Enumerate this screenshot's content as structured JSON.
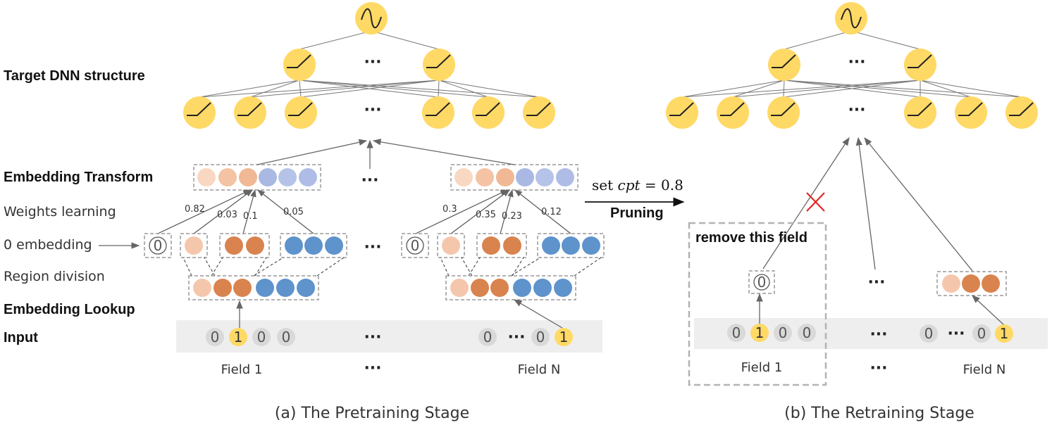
{
  "left_labels": {
    "target_dnn": "Target DNN structure",
    "embedding_transform": "Embedding Transform",
    "weights_learning": "Weights learning",
    "zero_embedding": "0 embedding",
    "region_division": "Region division",
    "embedding_lookup": "Embedding Lookup",
    "input": "Input"
  },
  "pretraining": {
    "caption": "(a) The Pretraining Stage",
    "field1_label": "Field 1",
    "fieldN_label": "Field N",
    "field1_weights": [
      "0.82",
      "0.03",
      "0.1",
      "0.05"
    ],
    "fieldN_weights": [
      "0.3",
      "0.35",
      "0.23",
      "0.12"
    ],
    "field1_input": [
      "0",
      "1",
      "0",
      "0"
    ],
    "fieldN_input": [
      "0",
      "0",
      "1"
    ],
    "zero_token": "0",
    "ellipsis": "···"
  },
  "pruning": {
    "set_prefix": "set",
    "cpt_var": "cpt",
    "cpt_value": "= 0.8",
    "label": "Pruning"
  },
  "retraining": {
    "caption": "(b) The Retraining Stage",
    "remove_label": "remove this field",
    "field1_label": "Field 1",
    "fieldN_label": "Field N",
    "field1_input": [
      "0",
      "1",
      "0",
      "0"
    ],
    "fieldN_input": [
      "0",
      "0",
      "1"
    ],
    "zero_token": "0",
    "ellipsis": "···"
  },
  "colors": {
    "neuron": "#FFD966",
    "peach": "#F4C7AC",
    "orange": "#D9834F",
    "lavender": "#A9B9E3",
    "blue": "#5E93CC",
    "input_band": "#EEEEEE",
    "zero_chip": "#D9D9D9",
    "cross": "#E02020"
  }
}
